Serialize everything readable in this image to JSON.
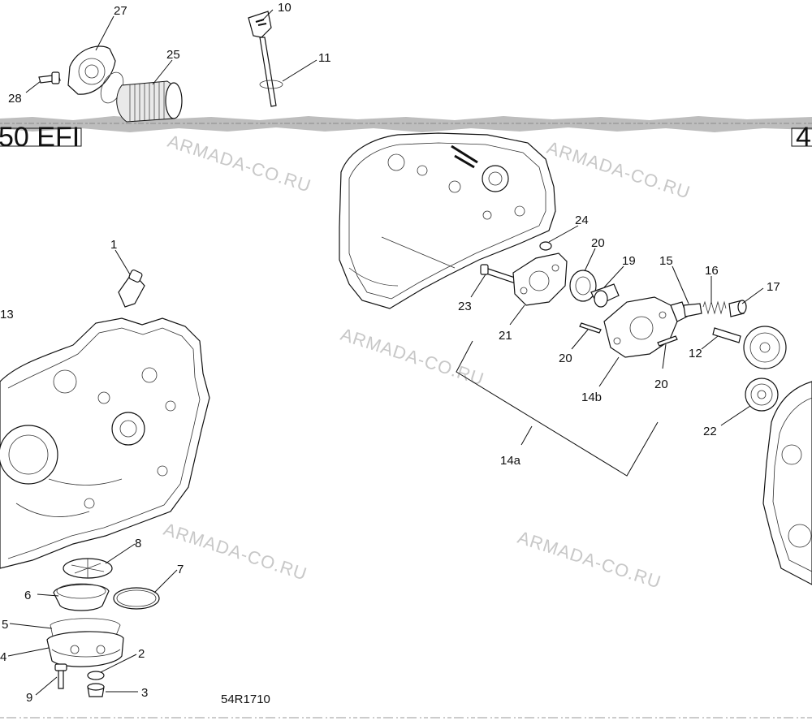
{
  "diagram": {
    "code": "54R1710",
    "frame_left_text": "50 EFI",
    "frame_right_text": "4",
    "watermark": "ARMADA-CO.RU",
    "callouts": [
      {
        "id": "c27",
        "text": "27"
      },
      {
        "id": "c25",
        "text": "25"
      },
      {
        "id": "c28",
        "text": "28"
      },
      {
        "id": "c10",
        "text": "10"
      },
      {
        "id": "c11",
        "text": "11"
      },
      {
        "id": "c1",
        "text": "1"
      },
      {
        "id": "c13",
        "text": "13"
      },
      {
        "id": "c24",
        "text": "24"
      },
      {
        "id": "c20a",
        "text": "20"
      },
      {
        "id": "c19",
        "text": "19"
      },
      {
        "id": "c15",
        "text": "15"
      },
      {
        "id": "c16",
        "text": "16"
      },
      {
        "id": "c17",
        "text": "17"
      },
      {
        "id": "c23",
        "text": "23"
      },
      {
        "id": "c21",
        "text": "21"
      },
      {
        "id": "c20b",
        "text": "20"
      },
      {
        "id": "c12",
        "text": "12"
      },
      {
        "id": "c14b",
        "text": "14b"
      },
      {
        "id": "c20c",
        "text": "20"
      },
      {
        "id": "c22",
        "text": "22"
      },
      {
        "id": "c14a",
        "text": "14a"
      },
      {
        "id": "c8",
        "text": "8"
      },
      {
        "id": "c6",
        "text": "6"
      },
      {
        "id": "c7",
        "text": "7"
      },
      {
        "id": "c5",
        "text": "5"
      },
      {
        "id": "c4",
        "text": "4"
      },
      {
        "id": "c2",
        "text": "2"
      },
      {
        "id": "c9",
        "text": "9"
      },
      {
        "id": "c3",
        "text": "3"
      }
    ]
  }
}
